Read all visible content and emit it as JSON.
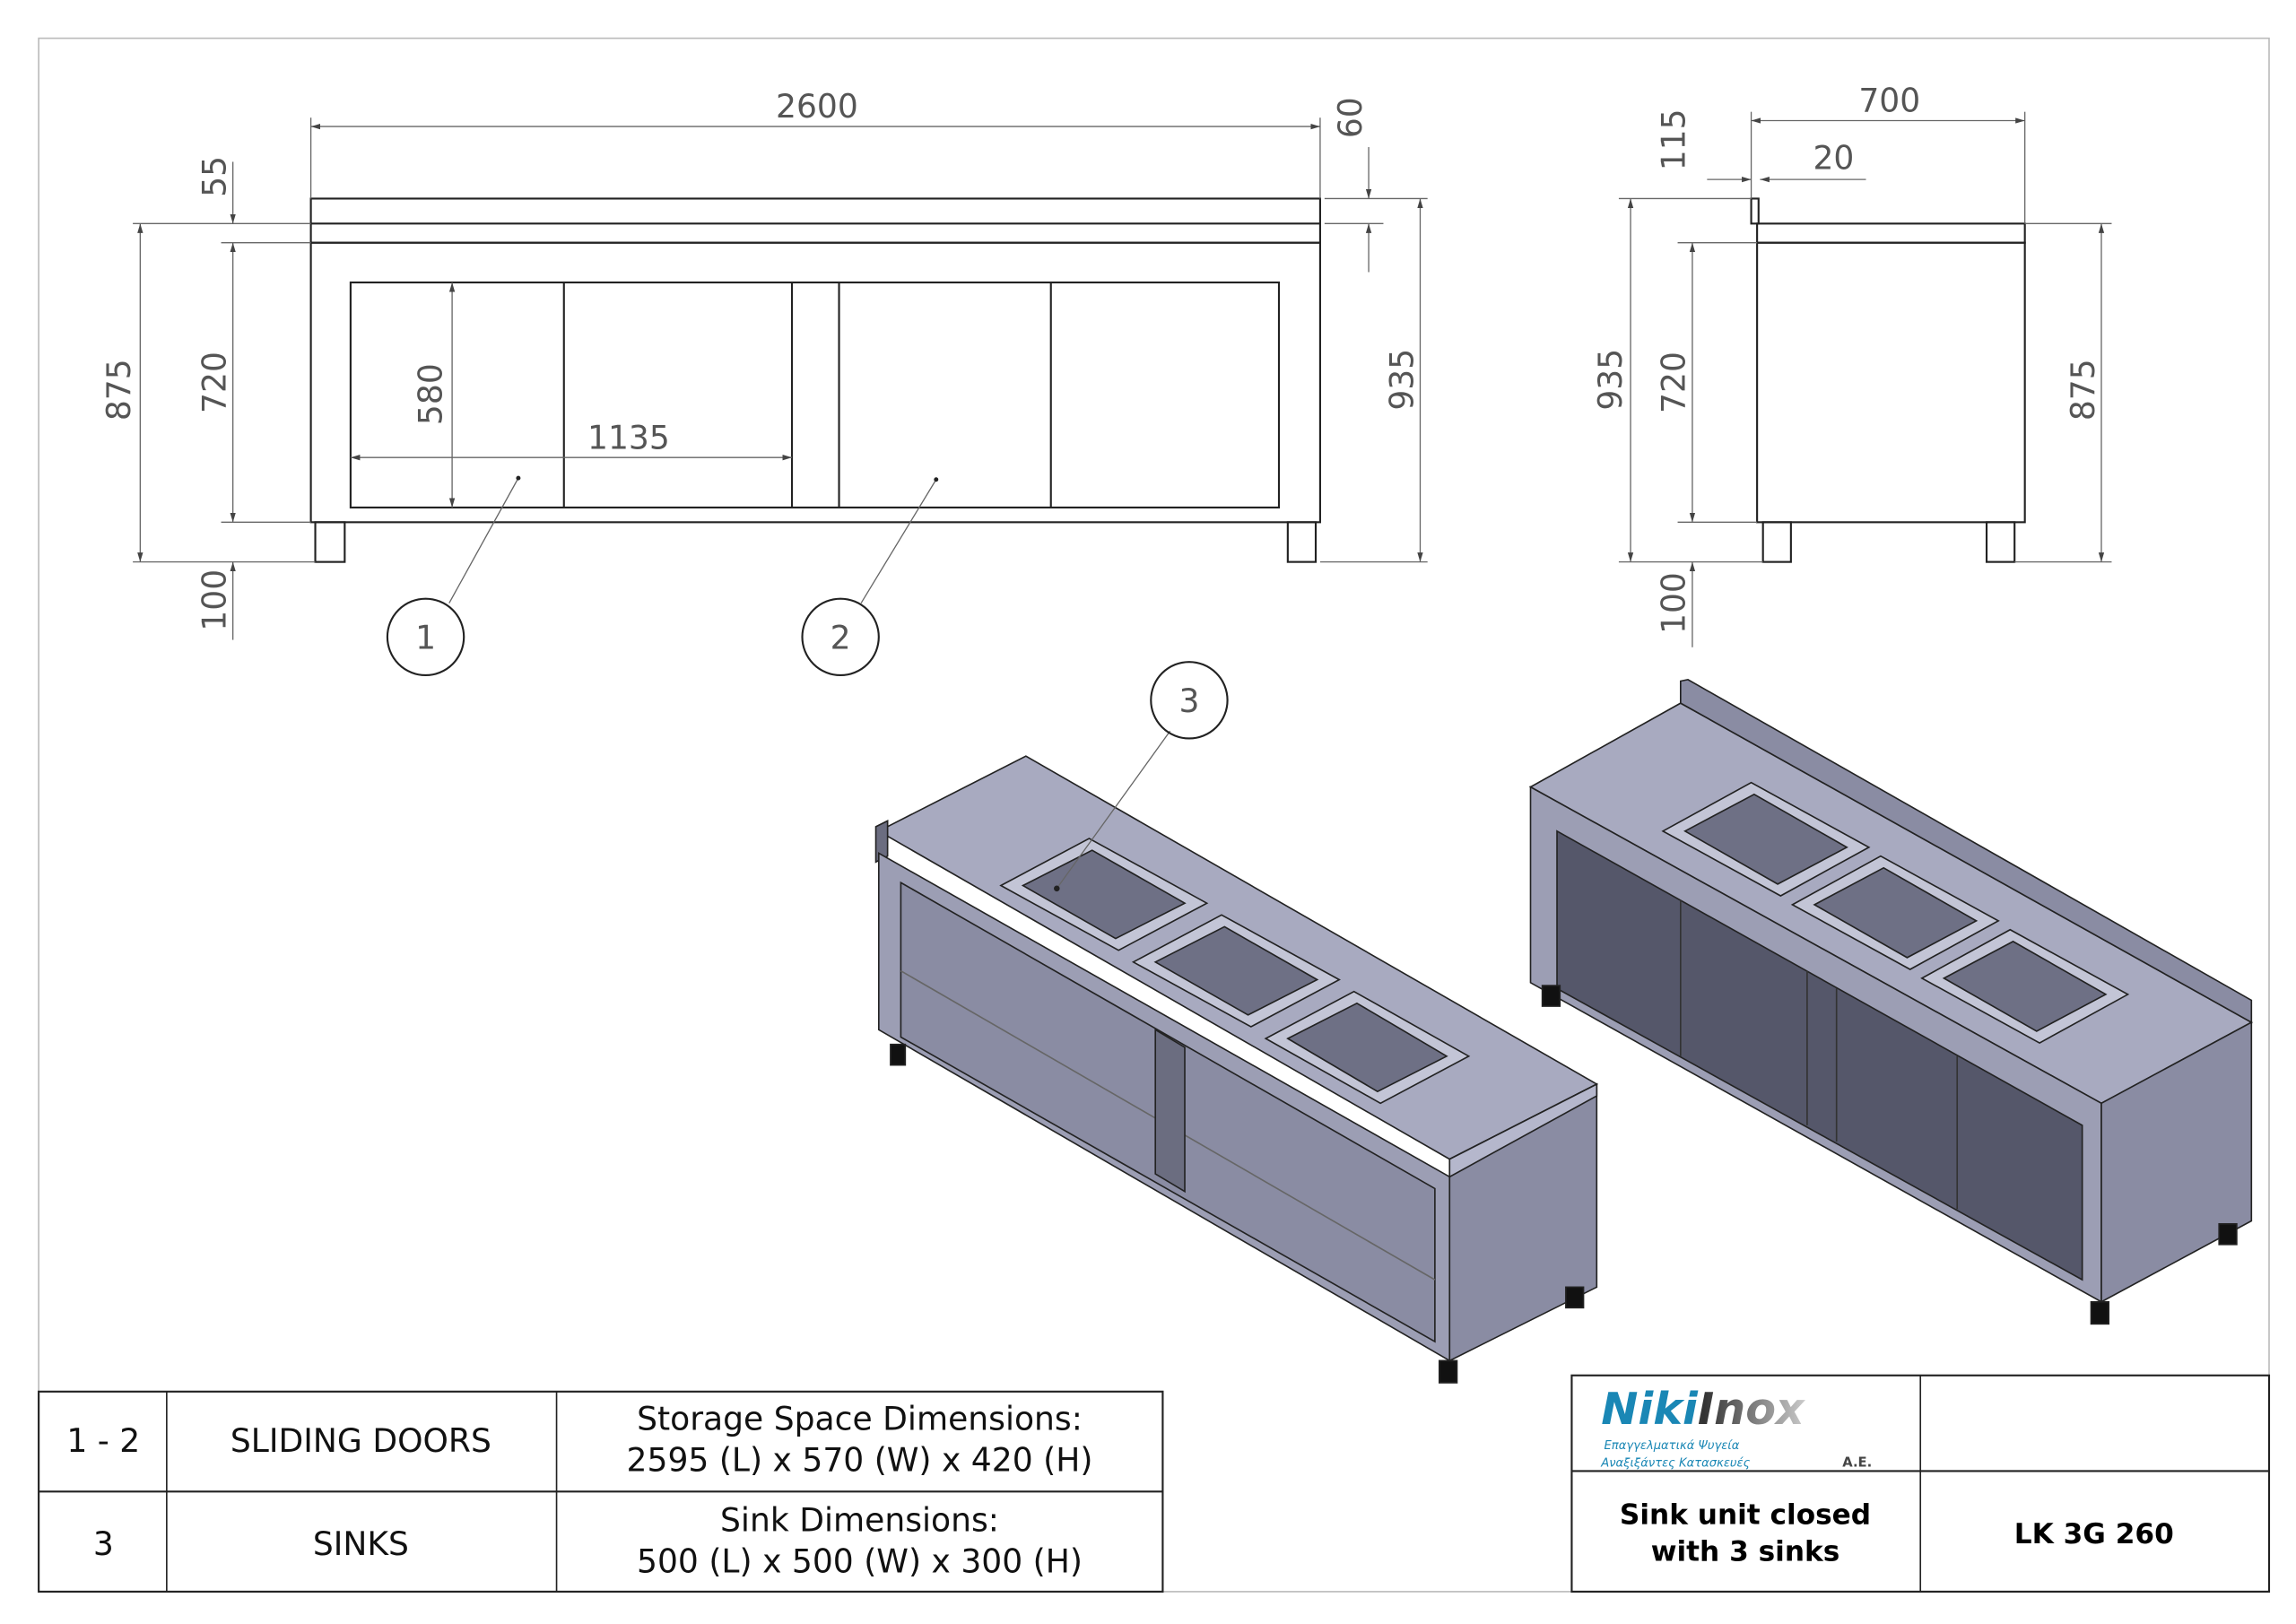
{
  "front_view": {
    "dimensions": {
      "overall_length": "2600",
      "backsplash_top": "60",
      "top_thickness": "55",
      "height_no_legs": "875",
      "body_height": "720",
      "door_height": "580",
      "door_width": "1135",
      "total_height": "935",
      "leg_height": "100"
    },
    "balloons": [
      "1",
      "2"
    ]
  },
  "side_view": {
    "dimensions": {
      "depth": "700",
      "backsplash_thickness": "20",
      "backsplash_height": "115",
      "total_height": "935",
      "body_height": "720",
      "height_no_legs": "875",
      "leg_height": "100"
    }
  },
  "isometric": {
    "balloons": [
      "3"
    ]
  },
  "parts_table": [
    {
      "ref": "1 - 2",
      "name": "SLIDING DOORS",
      "desc_line1": "Storage Space Dimensions:",
      "desc_line2": "2595 (L) x 570 (W) x 420 (H)"
    },
    {
      "ref": "3",
      "name": "SINKS",
      "desc_line1": "Sink Dimensions:",
      "desc_line2": "500 (L) x 500 (W) x 300 (H)"
    }
  ],
  "title_block": {
    "logo_text": "NikiInox",
    "logo_tagline1": "Επαγγελματικά Ψυγεία",
    "logo_tagline2": "Αναξιξάντες Κατασκευές",
    "logo_suffix": "A.E.",
    "description_line1": "Sink unit closed",
    "description_line2": "with 3 sinks",
    "model_code": "LK 3G 260"
  },
  "colors": {
    "logo_blue": "#1a87b5",
    "metal_top": "#a8aac0",
    "metal_side": "#8a8ca3",
    "metal_dark": "#55576a"
  }
}
